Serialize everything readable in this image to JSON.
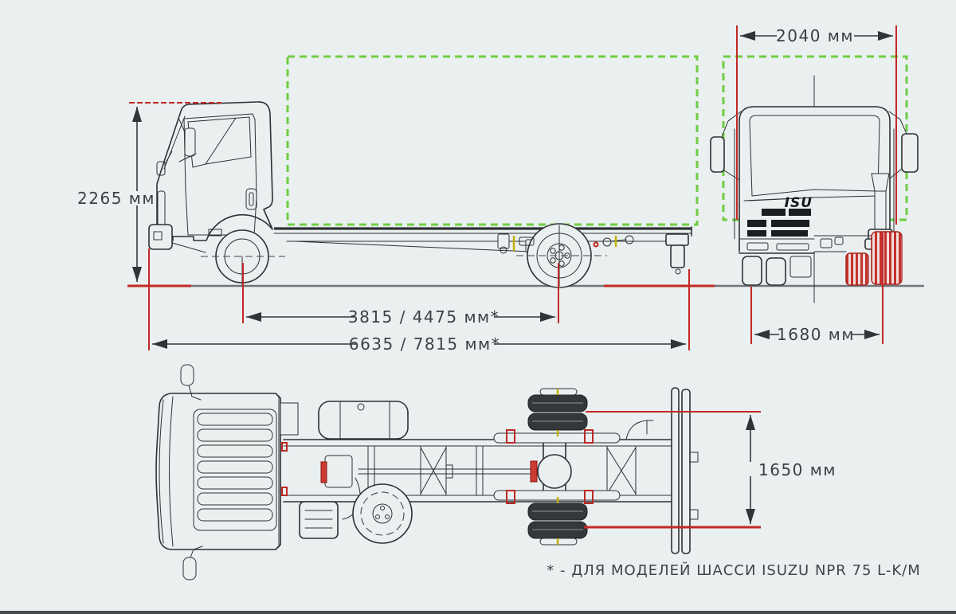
{
  "colors": {
    "bg": "#eaefef",
    "ink": "#2d3135",
    "red": "#c42824",
    "green": "#6fce43",
    "text": "#3b4045"
  },
  "views": {
    "side": {
      "dim_height": "2265 мм",
      "dim_wheelbase": "3815 / 4475 мм*",
      "dim_length": "6635 / 7815 мм*"
    },
    "front": {
      "dim_width": "2040 мм",
      "dim_track": "1680 мм",
      "grille_text": "ISU"
    },
    "top": {
      "dim_frame_width": "1650 мм"
    }
  },
  "footnote": "* - ДЛЯ МОДЕЛЕЙ ШАССИ ISUZU NPR 75 L-K/M"
}
